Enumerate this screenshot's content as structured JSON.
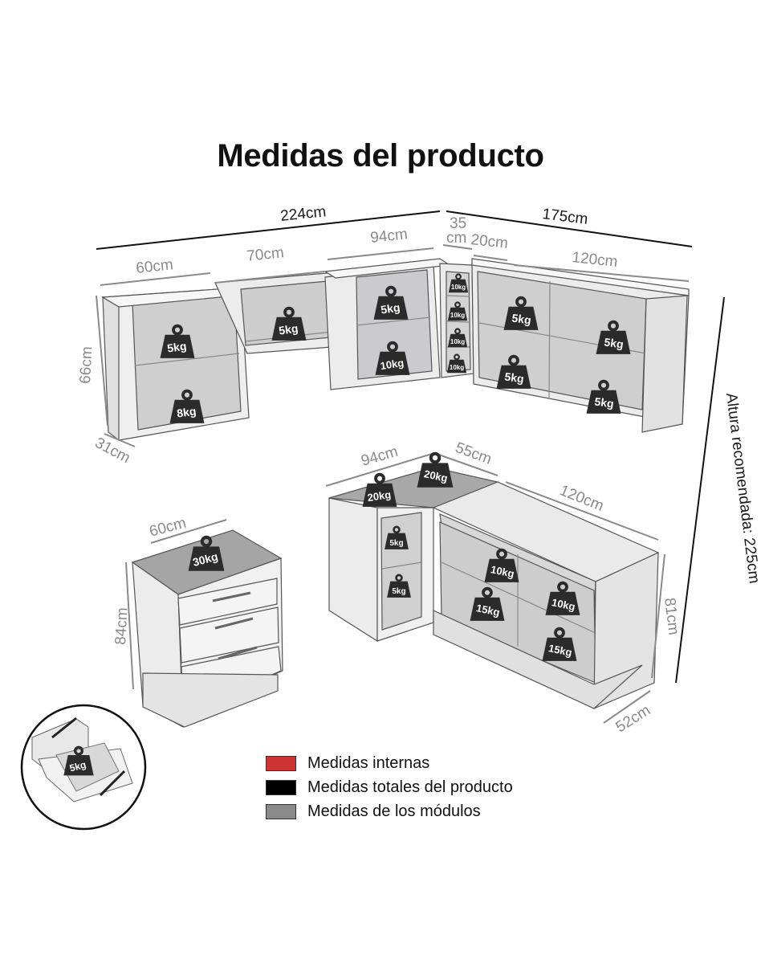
{
  "title": "Medidas del producto",
  "dimensions": {
    "upper_total_width": "224cm",
    "upper_total_side": "175cm",
    "upper_mod_60": "60cm",
    "upper_mod_70": "70cm",
    "upper_mod_94": "94cm",
    "upper_mod_35a": "35",
    "upper_mod_35b": "cm",
    "upper_mod_20": "20cm",
    "upper_mod_120": "120cm",
    "upper_height": "66cm",
    "upper_depth": "31cm",
    "height_recommended": "Altura recomendada: 225cm",
    "drawer_width": "60cm",
    "drawer_height": "84cm",
    "lower_corner_width": "94cm",
    "lower_corner_depth": "55cm",
    "lower_side_width": "120cm",
    "lower_height": "81cm",
    "lower_depth": "52cm"
  },
  "weights": {
    "u1_top": "5kg",
    "u1_bottom": "8kg",
    "u2": "5kg",
    "u3_top": "5kg",
    "u3_bottom": "10kg",
    "n1": "10kg",
    "n2": "10kg",
    "n3": "10kg",
    "n4": "10kg",
    "r1_top": "5kg",
    "r1_bottom": "5kg",
    "r2_top": "5kg",
    "r2_bottom": "5kg",
    "drawer_top": "30kg",
    "corner_top_a": "20kg",
    "corner_top_b": "20kg",
    "corner_shelf_top": "5kg",
    "corner_shelf_bottom": "5kg",
    "lower_top": "10kg",
    "lower_left": "15kg",
    "lower_right_top": "10kg",
    "lower_right_bottom": "15kg",
    "drawer_detail": "5kg"
  },
  "legend": [
    {
      "label": "Medidas internas",
      "color": "#cc3333"
    },
    {
      "label": "Medidas totales del producto",
      "color": "#000000"
    },
    {
      "label": "Medidas de los módulos",
      "color": "#8a8a8a"
    }
  ]
}
